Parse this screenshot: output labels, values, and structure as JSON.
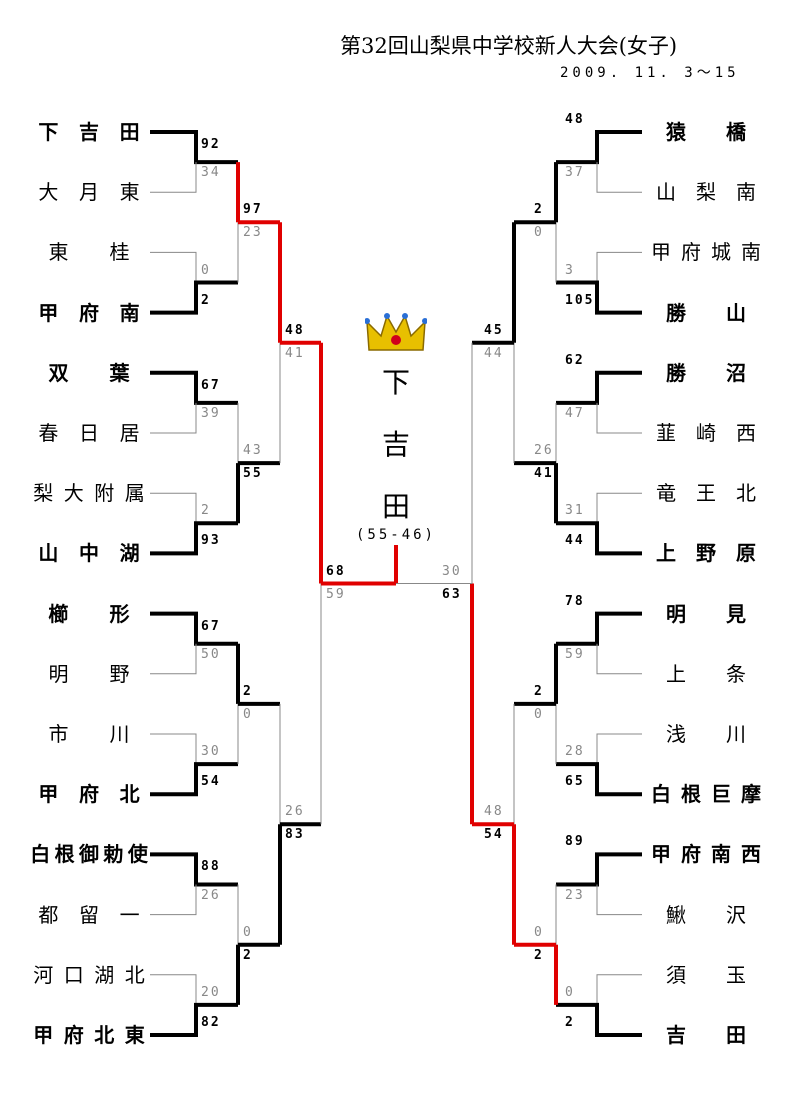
{
  "header": {
    "title": "第32回山梨県中学校新人大会(女子)",
    "date": "2009. 11. 3〜15"
  },
  "champion": {
    "chars": [
      "下",
      "吉",
      "田"
    ],
    "final_score": "(55-46)"
  },
  "left_teams": [
    {
      "chars": [
        "下",
        "吉",
        "田"
      ],
      "winner": true
    },
    {
      "chars": [
        "大",
        "月",
        "東"
      ]
    },
    {
      "chars": [
        "東",
        "桂"
      ]
    },
    {
      "chars": [
        "甲",
        "府",
        "南"
      ],
      "winner": true
    },
    {
      "chars": [
        "双",
        "葉"
      ],
      "winner": true
    },
    {
      "chars": [
        "春",
        "日",
        "居"
      ]
    },
    {
      "chars": [
        "梨",
        "大",
        "附",
        "属"
      ]
    },
    {
      "chars": [
        "山",
        "中",
        "湖"
      ],
      "winner": true
    },
    {
      "chars": [
        "櫛",
        "形"
      ],
      "winner": true
    },
    {
      "chars": [
        "明",
        "野"
      ]
    },
    {
      "chars": [
        "市",
        "川"
      ]
    },
    {
      "chars": [
        "甲",
        "府",
        "北"
      ],
      "winner": true
    },
    {
      "chars": [
        "白",
        "根",
        "御",
        "勅",
        "使"
      ],
      "winner": true
    },
    {
      "chars": [
        "都",
        "留",
        "一"
      ]
    },
    {
      "chars": [
        "河",
        "口",
        "湖",
        "北"
      ]
    },
    {
      "chars": [
        "甲",
        "府",
        "北",
        "東"
      ],
      "winner": true
    }
  ],
  "right_teams": [
    {
      "chars": [
        "猿",
        "橋"
      ],
      "winner": true
    },
    {
      "chars": [
        "山",
        "梨",
        "南"
      ]
    },
    {
      "chars": [
        "甲",
        "府",
        "城",
        "南"
      ]
    },
    {
      "chars": [
        "勝",
        "山"
      ],
      "winner": true
    },
    {
      "chars": [
        "勝",
        "沼"
      ],
      "winner": true
    },
    {
      "chars": [
        "韮",
        "崎",
        "西"
      ]
    },
    {
      "chars": [
        "竜",
        "王",
        "北"
      ]
    },
    {
      "chars": [
        "上",
        "野",
        "原"
      ],
      "winner": true
    },
    {
      "chars": [
        "明",
        "見"
      ],
      "winner": true
    },
    {
      "chars": [
        "上",
        "条"
      ]
    },
    {
      "chars": [
        "浅",
        "川"
      ]
    },
    {
      "chars": [
        "白",
        "根",
        "巨",
        "摩"
      ],
      "winner": true
    },
    {
      "chars": [
        "甲",
        "府",
        "南",
        "西"
      ],
      "winner": true
    },
    {
      "chars": [
        "鰍",
        "沢"
      ]
    },
    {
      "chars": [
        "須",
        "玉"
      ]
    },
    {
      "chars": [
        "吉",
        "田"
      ],
      "winner": true
    }
  ],
  "scores": {
    "left_r1": [
      [
        "92",
        "34"
      ],
      [
        "0",
        "2"
      ],
      [
        "67",
        "39"
      ],
      [
        "2",
        "93"
      ],
      [
        "67",
        "50"
      ],
      [
        "30",
        "54"
      ],
      [
        "88",
        "26"
      ],
      [
        "20",
        "82"
      ]
    ],
    "left_r2": [
      [
        "97",
        "23"
      ],
      [
        "43",
        "55"
      ],
      [
        "2",
        "0"
      ],
      [
        "0",
        "2"
      ]
    ],
    "left_r3": [
      [
        "48",
        "41"
      ],
      [
        "26",
        "83"
      ]
    ],
    "left_final": [
      "68",
      "59"
    ],
    "right_r1": [
      [
        "48",
        "37"
      ],
      [
        "3",
        "105"
      ],
      [
        "62",
        "47"
      ],
      [
        "31",
        "44"
      ],
      [
        "78",
        "59"
      ],
      [
        "28",
        "65"
      ],
      [
        "89",
        "23"
      ],
      [
        "0",
        "2"
      ]
    ],
    "right_r2": [
      [
        "2",
        "0"
      ],
      [
        "26",
        "41"
      ],
      [
        "2",
        "0"
      ],
      [
        "0",
        "2"
      ]
    ],
    "right_r3": [
      [
        "45",
        "44"
      ],
      [
        "48",
        "54"
      ]
    ],
    "right_final": [
      "30",
      "63"
    ]
  },
  "colors": {
    "champion_path": "#e00000",
    "winner_line": "#000000",
    "loser_line": "#888888",
    "crown": "#e8c000"
  }
}
